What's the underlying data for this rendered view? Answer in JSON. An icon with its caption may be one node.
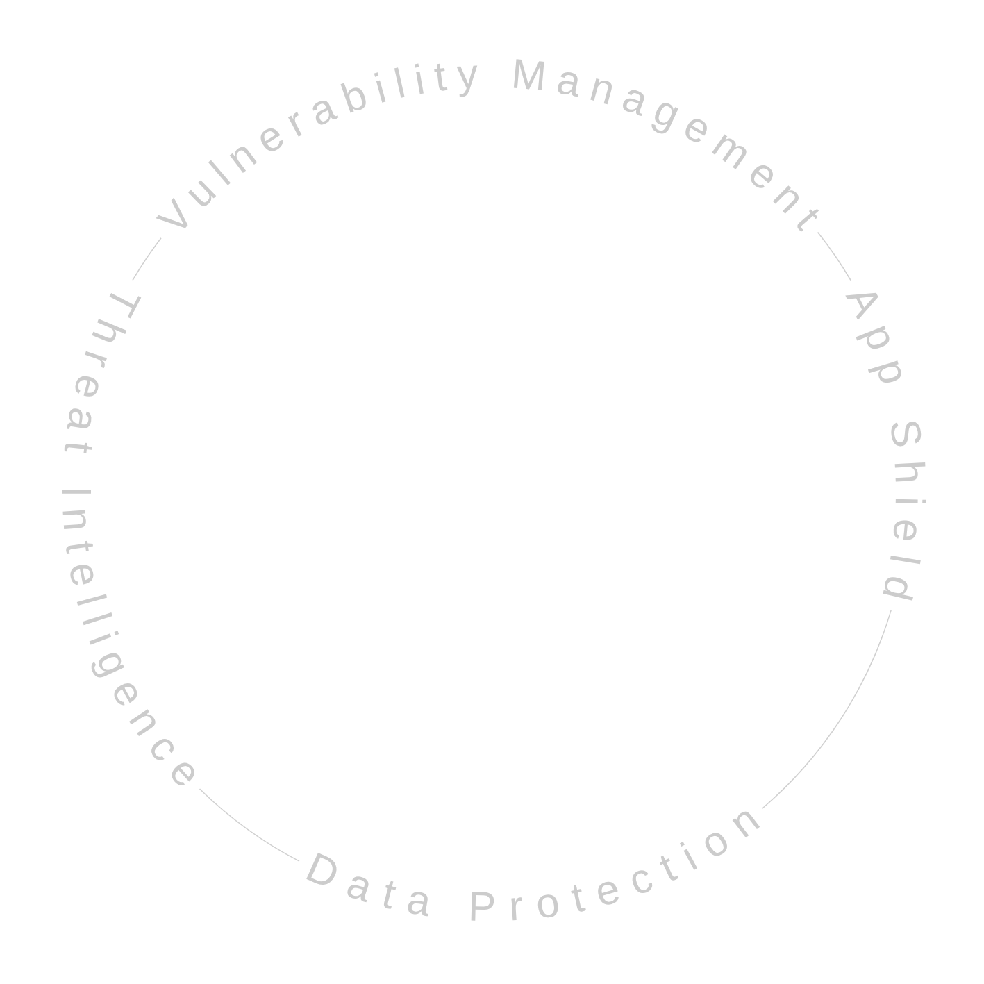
{
  "diagram": {
    "nodes": [
      {
        "text": [
          "Vulnerability Management"
        ]
      },
      {
        "text": [
          "App Shield"
        ]
      },
      {
        "text": [
          "Data Protection"
        ]
      },
      {
        "text": [
          "Threat Intelligence"
        ]
      }
    ],
    "edges": [
      {
        "from": 0,
        "to": 1,
        "arrow": "none"
      },
      {
        "from": 1,
        "to": 2,
        "arrow": "none"
      },
      {
        "from": 2,
        "to": 3,
        "arrow": "none"
      },
      {
        "from": 3,
        "to": 0,
        "arrow": "none"
      }
    ]
  }
}
